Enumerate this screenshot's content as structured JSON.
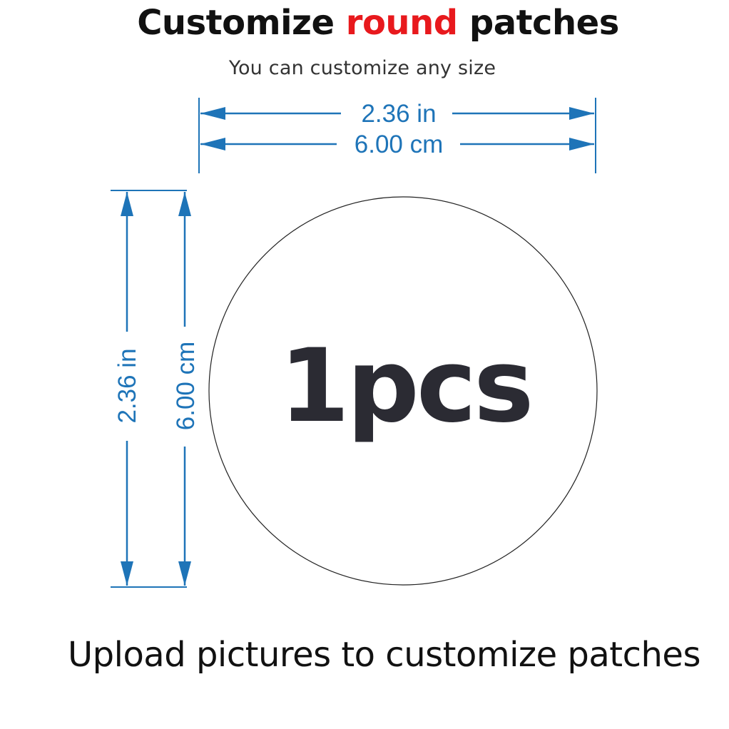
{
  "header": {
    "title_part1": "Customize",
    "title_accent": "round",
    "title_part2": "patches",
    "subtitle": "You can customize any size"
  },
  "diagram": {
    "width_in": "2.36 in",
    "width_cm": "6.00 cm",
    "height_in": "2.36 in",
    "height_cm": "6.00 cm",
    "center_label": "1pcs"
  },
  "footer": {
    "text": "Upload pictures to customize patches"
  },
  "colors": {
    "dimension": "#1e74b8",
    "accent": "#e8191d",
    "text": "#111111"
  }
}
